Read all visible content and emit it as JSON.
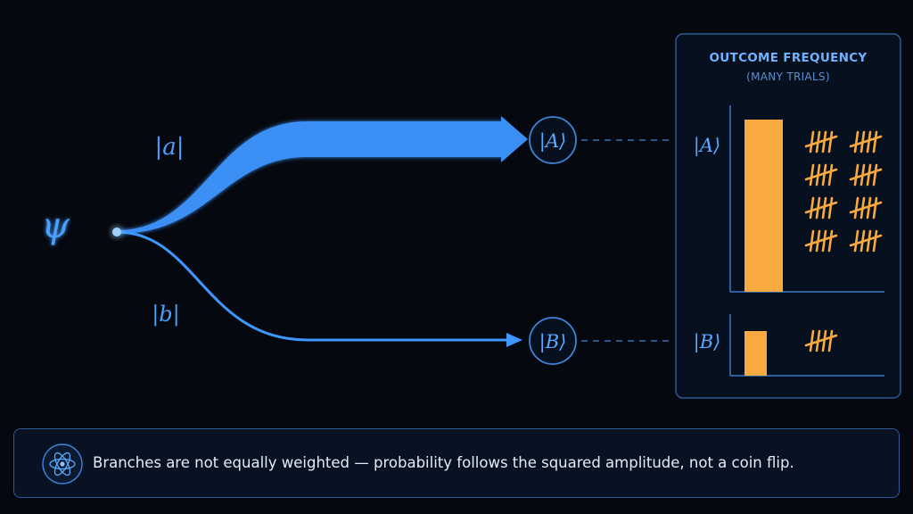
{
  "psi_label": "ψ",
  "branches": [
    {
      "amplitude_label": "|a|",
      "outcome_label": "|A⟩"
    },
    {
      "amplitude_label": "|b|",
      "outcome_label": "|B⟩"
    }
  ],
  "panel": {
    "title": "OUTCOME FREQUENCY",
    "subtitle": "(MANY TRIALS)",
    "rows": [
      {
        "label": "|A⟩",
        "tally_groups": 8
      },
      {
        "label": "|B⟩",
        "tally_groups": 1
      }
    ]
  },
  "caption": "Branches are not equally weighted — probability follows the squared amplitude, not a coin flip.",
  "colors": {
    "blue": "#3d97ff",
    "orange": "#f8a93f",
    "border": "#2c5a96"
  },
  "icons": {
    "caption_icon": "atom-icon"
  }
}
